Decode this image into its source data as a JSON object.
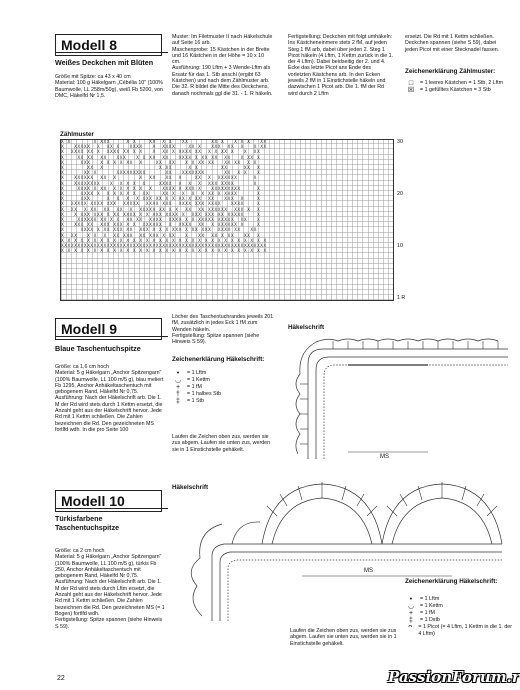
{
  "m8": {
    "title": "Modell 8",
    "subtitle": "Weißes Deckchen mit Blüten",
    "col1": "Größe mit Spitze: ca 43 x 40 cm\nMaterial: 100 g Häkelgarn „Cébélia 10\" (100% Baumwolle, LL 258m/50g), weiß Fb 5200, von DMC, Häkelfd Nr 1,5.",
    "col2": "Muster: Im Filetmuster II nach Häkelschule auf Seite 16 arb.\nMaschenprobe: 15 Kästchen in der Breite und 16 Kästchen in der Höhe = 10 x 10 cm.\nAusführung: 190 Lftm + 3 Wende-Lftm als Ersatz für das 1. Stb anschl (ergibt 63 Kästchen) und nach dem Zählmuster arb. Die 32. R bildet die Mitte des Deckchens, danach nochmals ggl die 31. - 1. R häkeln.",
    "col3": "Fertigstellung: Deckchen mit folgt umhäkeln: Ins Kästcheneinmere stets 2 fM, auf jeden Steg 1 fM arb, dabei über jeden 2. Steg 1 Picot häkeln (4 Lftm, 1 Kettm zurück in die 1. der 4 Lftm). Dabei beidseitig der 2. und 4. Ecke das letzte Picot ans Ende des vorletzten Kästchens arb. In den Ecken jeweils 2 fM in 1 Einstichstelle häkeln und dazwischen 1 Picot arb. Die 1. fM der Rd wird durch 2 Lftm",
    "col4": "ersetzt. Die Rd mit 1 Kettm schließen. Deckchen spannen (siehe S 59), dabei jeden Picot mit einer Stecknadel fassen.",
    "legend_title": "Zeichenerklärung Zählmuster:",
    "legend": [
      {
        "sym": "□",
        "text": "= 1 leeres Kästchen = 1 Stb, 2 Lftm"
      },
      {
        "sym": "☒",
        "text": "= 1 gefülltes Kästchen = 3 Stb"
      }
    ],
    "chart_label": "Zählmuster",
    "chart_nums": [
      "30",
      "20",
      "10",
      "1 R"
    ]
  },
  "m9": {
    "title": "Modell 9",
    "subtitle": "Blaue Taschentuchspitze",
    "body": "Größe: ca 1,6 cm hoch\nMaterial: 5 g Häkelgarn „Anchor Spitzengarn\" (100% Baumwolle, LL 100 m/5 g), blau meliert Fb 1295, Anchor Anhäkeltaschentuch mit gebogenem Rand, Häkelfd Nr 0,75.\nAusführung: Nach der Häkelschrift arb. Die 1. M der Rd wird stets durch 1 Kettm ersetzt, die Anzahl geht aus der Häkelschrift hervor. Jede Rd mit 1 Kettm schließen. Die Zahlen bezeichnen die Rd. Den gezeichneten MS fortlfd wdh. In die pro Seite 100",
    "body2": "Löcher des Taschentuchrandes jeweils 201 fM, zusätzlich in jedes Eck 1 fM zum Wenden häkeln.\nFertigstellung: Spitze spannen (siehe Hinweis S 59).",
    "legend_title": "Zeichenerklärung Häkelschrift:",
    "legend": [
      {
        "sym": "•",
        "text": "= 1 Lftm"
      },
      {
        "sym": "◡",
        "text": "= 1 Kettm"
      },
      {
        "sym": "+",
        "text": "= 1 fM"
      },
      {
        "sym": "†",
        "text": "= 1 halbes Stb"
      },
      {
        "sym": "‡",
        "text": "= 1 Stb"
      }
    ],
    "note": "Laufen die Zeichen oben zus, werden sie zus abgem. Laufen sie unten zus, werden sie in 1 Einstichstelle gehäkelt.",
    "diagram_label": "Häkelschrift",
    "ms_label": "MS"
  },
  "m10": {
    "title": "Modell 10",
    "subtitle": "Türkisfarbene Taschentuchspitze",
    "body": "Größe: ca 2 cm hoch\nMaterial: 5 g Häkelgarn „Anchor Spitzengarn\" (100% Baumwolle, LL 100 m/5 g), türkis Fb 250, Anchor Anhäkeltaschentuch mit gebogenem Rand, Häkelfd Nr 0,75.\nAusführung: Nach der Häkelschrift arb. Die 1. M der Rd wird stets durch Lftm ersetzt, die Anzahl geht aus der Häkelschrift hervor. Jede Rd mit 1 Kettm schließen. Die Zahlen bezeichnen die Rd. Den gezeichneten MS (= 1 Bogen) fortlfd wdh.\nFertigstellung: Spitze spannen (siehe Hinweis S 59).",
    "diagram_label": "Häkelschrift",
    "ms_label": "MS",
    "legend_title": "Zeichenerklärung Häkelschrift:",
    "legend": [
      {
        "sym": "•",
        "text": "= 1 Lftm"
      },
      {
        "sym": "◡",
        "text": "= 1 Kettm"
      },
      {
        "sym": "+",
        "text": "= 1 fM"
      },
      {
        "sym": "‡",
        "text": "= 1 Dstb"
      },
      {
        "sym": "ᴖ",
        "text": "= 1 Picot (= 4 Lftm, 1 Kettm in die 1. der 4 Lftm)"
      }
    ],
    "note": "Laufen die Zeichen oben zus, werden sie zus abgem. Laufen sie unten zus, werden sie in 1 Einstichstelle gehäkelt."
  },
  "footer": {
    "page_number": "22",
    "watermark": "PassionForum.ru"
  }
}
